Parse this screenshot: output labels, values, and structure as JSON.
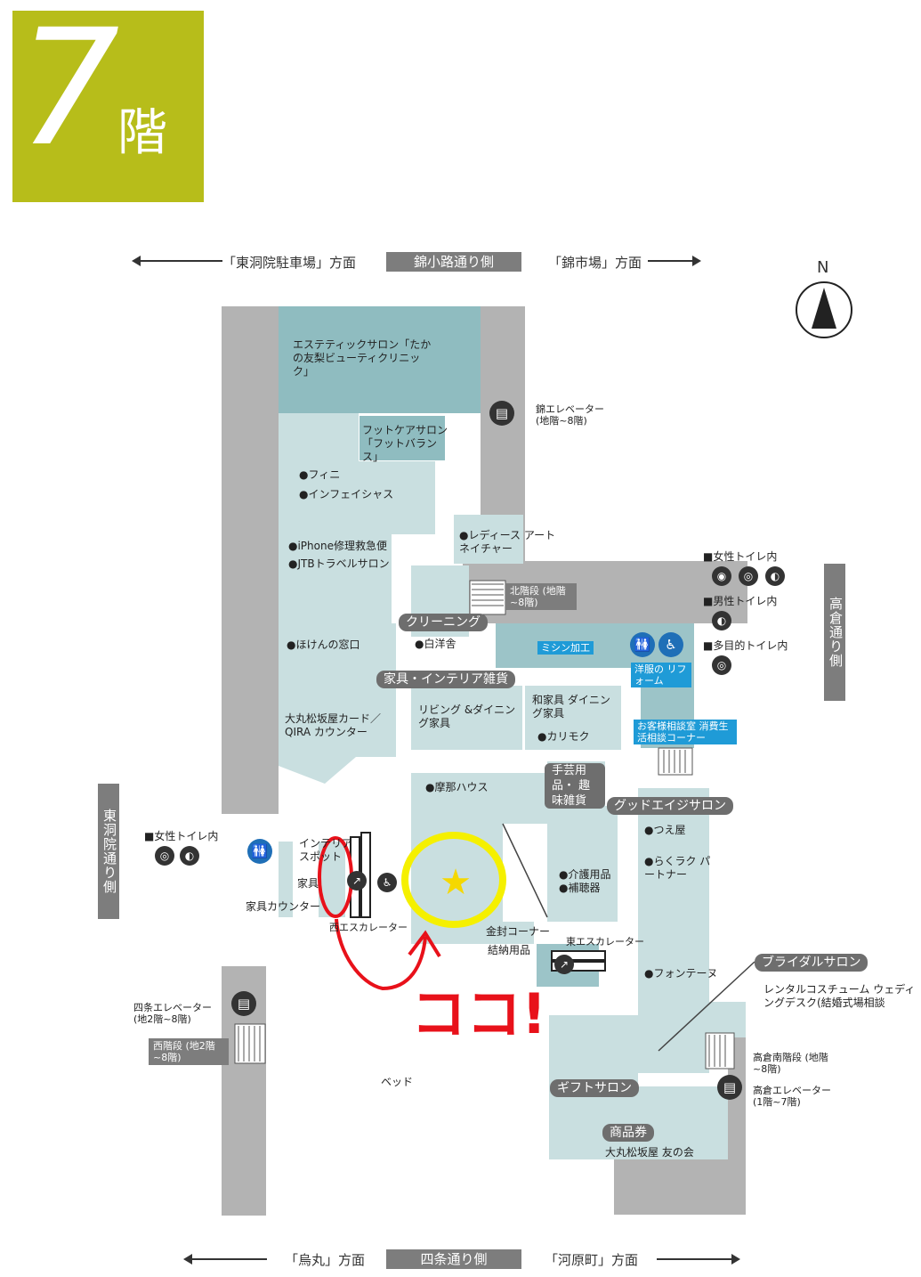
{
  "floor": {
    "number": "7",
    "kanji": "階",
    "color": "#b7bd1a"
  },
  "top_street": {
    "left": "「東洞院駐車場」方面",
    "center": "錦小路通り側",
    "right": "「錦市場」方面"
  },
  "bottom_street": {
    "left": "「烏丸」方面",
    "center": "四条通り側",
    "right": "「河原町」方面"
  },
  "left_street": "東洞院通り側",
  "right_street": "高倉通り側",
  "compass": {
    "label": "N",
    "icon": "north-arrow-icon"
  },
  "shops": {
    "esthetic": "エステティックサロン「たかの友梨ビューティクリニック」",
    "foot_care": "フットケアサロン「フットバランス」",
    "fini": "●フィニ",
    "infeicious": "●インフェイシャス",
    "iphone": "●iPhone修理救急便",
    "jtb": "●JTBトラベルサロン",
    "ladies": "●レディース アートネイチャー",
    "hoken": "●ほけんの窓口",
    "hakuyosha": "●白洋舎",
    "card": "大丸松坂屋カード／ QIRA カウンター",
    "living": "リビング &ダイニング家具",
    "wakagu": "和家具 ダイニング家具",
    "karimoku": "●カリモク",
    "mana": "●摩那ハウス",
    "interior_spot": "インテリア スポット",
    "kagu_counter": "家具カウンター",
    "kagu": "家具",
    "kaigo": "●介護用品",
    "hochouki": "●補聴器",
    "tsuesya": "●つえ屋",
    "rakuraku": "●らくラク パートナー",
    "kinpu": "金封コーナー",
    "kennou": "結納用品",
    "fontaine": "●フォンテーヌ",
    "rental": "レンタルコスチューム ウェディングデスク(結婚式場相談",
    "bed": "ベッド",
    "tomonokai": "大丸松坂屋 友の会"
  },
  "categories": {
    "cleaning": "クリーニング",
    "furniture": "家具・インテリア雑貨",
    "crafts": "手芸用品・ 趣味雑貨",
    "good_age": "グッドエイジサロン",
    "bridal": "ブライダルサロン",
    "gift": "ギフトサロン",
    "voucher": "商品券"
  },
  "blue_tags": {
    "mishin": "ミシン加工",
    "reform": "洋服の リフォーム",
    "consult": "お客様相談室 消費生活相談コーナー"
  },
  "facilities": {
    "nishiki_elev": "錦エレベーター (地階~8階)",
    "north_stairs": "北階段 (地階~8階)",
    "shijo_elev": "四条エレベーター (地2階~8階)",
    "west_stairs": "西階段 (地2階~8階)",
    "west_escalator": "西エスカレーター",
    "east_escalator": "東エスカレーター",
    "takakura_south_stairs": "高倉南階段 (地階~8階)",
    "takakura_elev": "高倉エレベーター (1階~7階)"
  },
  "toilets": {
    "women": "■女性トイレ内",
    "men": "■男性トイレ内",
    "multi": "■多目的トイレ内",
    "women_left": "■女性トイレ内"
  },
  "annotation": {
    "text": "ココ!",
    "mark": "★",
    "color": "#e8111a",
    "highlight": "#f5f000"
  }
}
